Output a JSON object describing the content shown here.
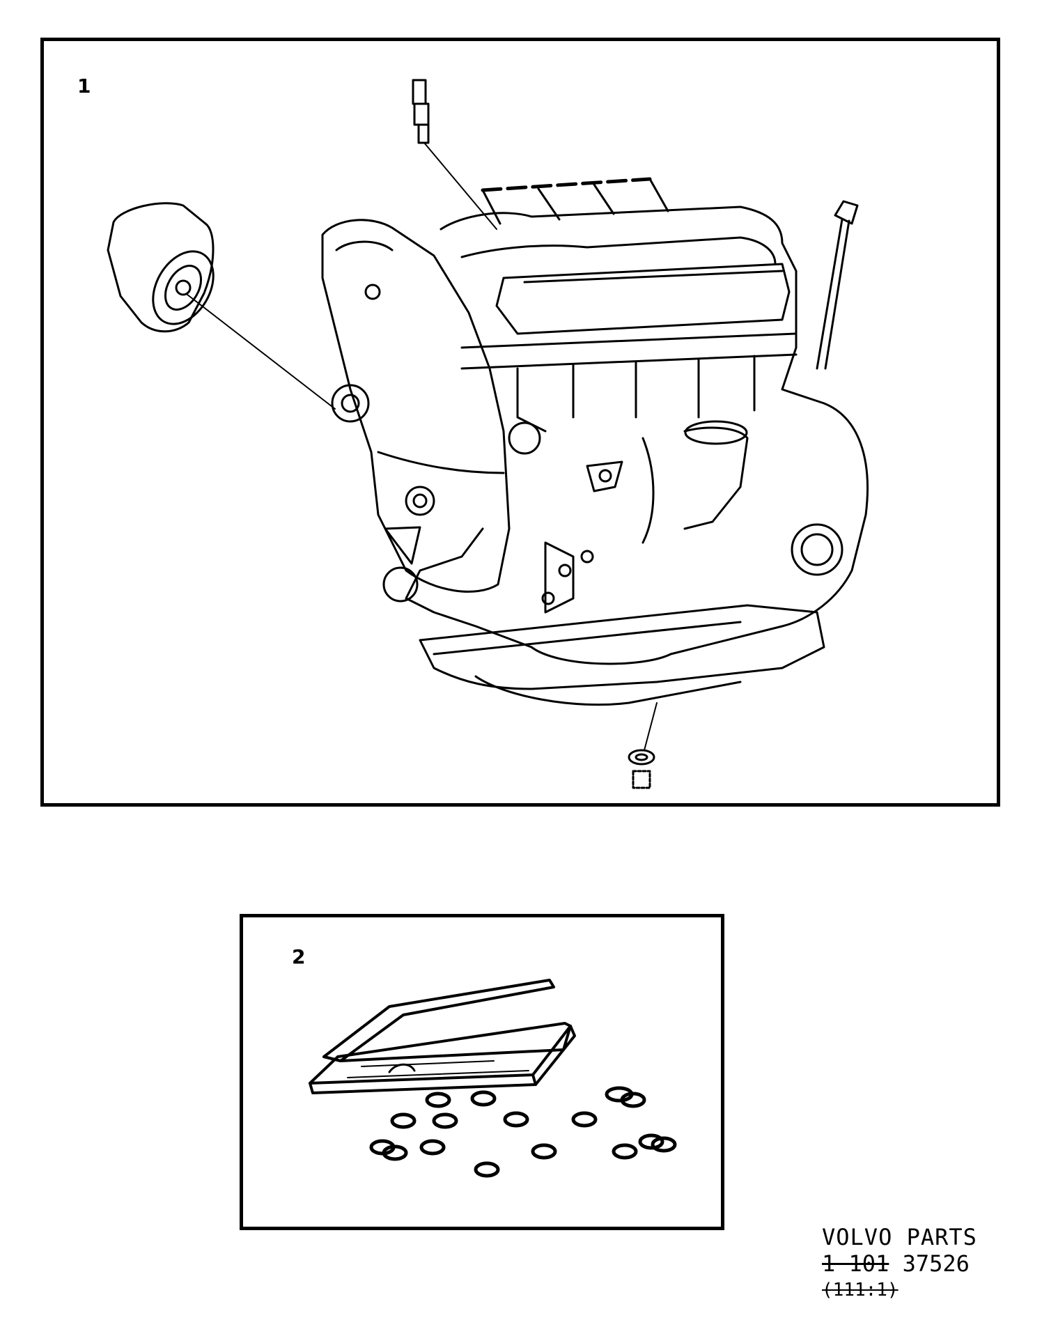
{
  "panels": [
    {
      "number": "1",
      "subject": "engine-assembly"
    },
    {
      "number": "2",
      "subject": "gasket-set"
    }
  ],
  "footer": {
    "brand": "VOLVO PARTS",
    "part_prefix": "1 101",
    "part_number": "37526",
    "reference": "(111:1)"
  },
  "colors": {
    "ink": "#000000",
    "paper": "#ffffff"
  }
}
